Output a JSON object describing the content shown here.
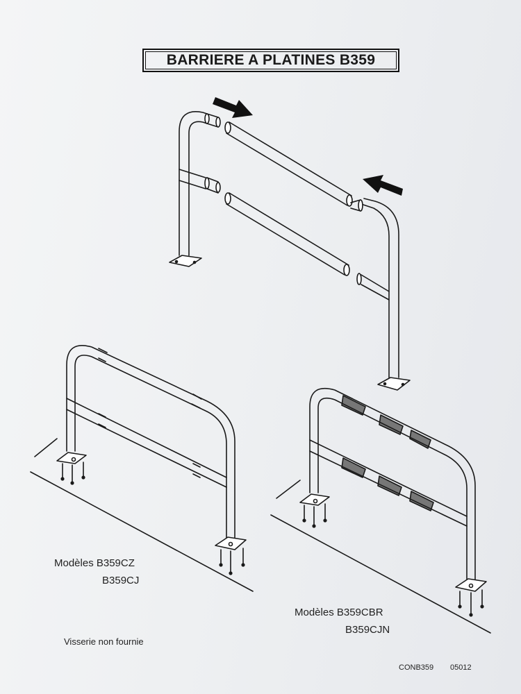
{
  "title": "BARRIERE A PLATINES B359",
  "models_left": {
    "line1": "Modèles B359CZ",
    "line2": "B359CJ"
  },
  "models_right": {
    "line1": "Modèles B359CBR",
    "line2": "B359CJN"
  },
  "note": "Visserie non fournie",
  "ref_code": "CONB359",
  "ref_date": "05012"
}
